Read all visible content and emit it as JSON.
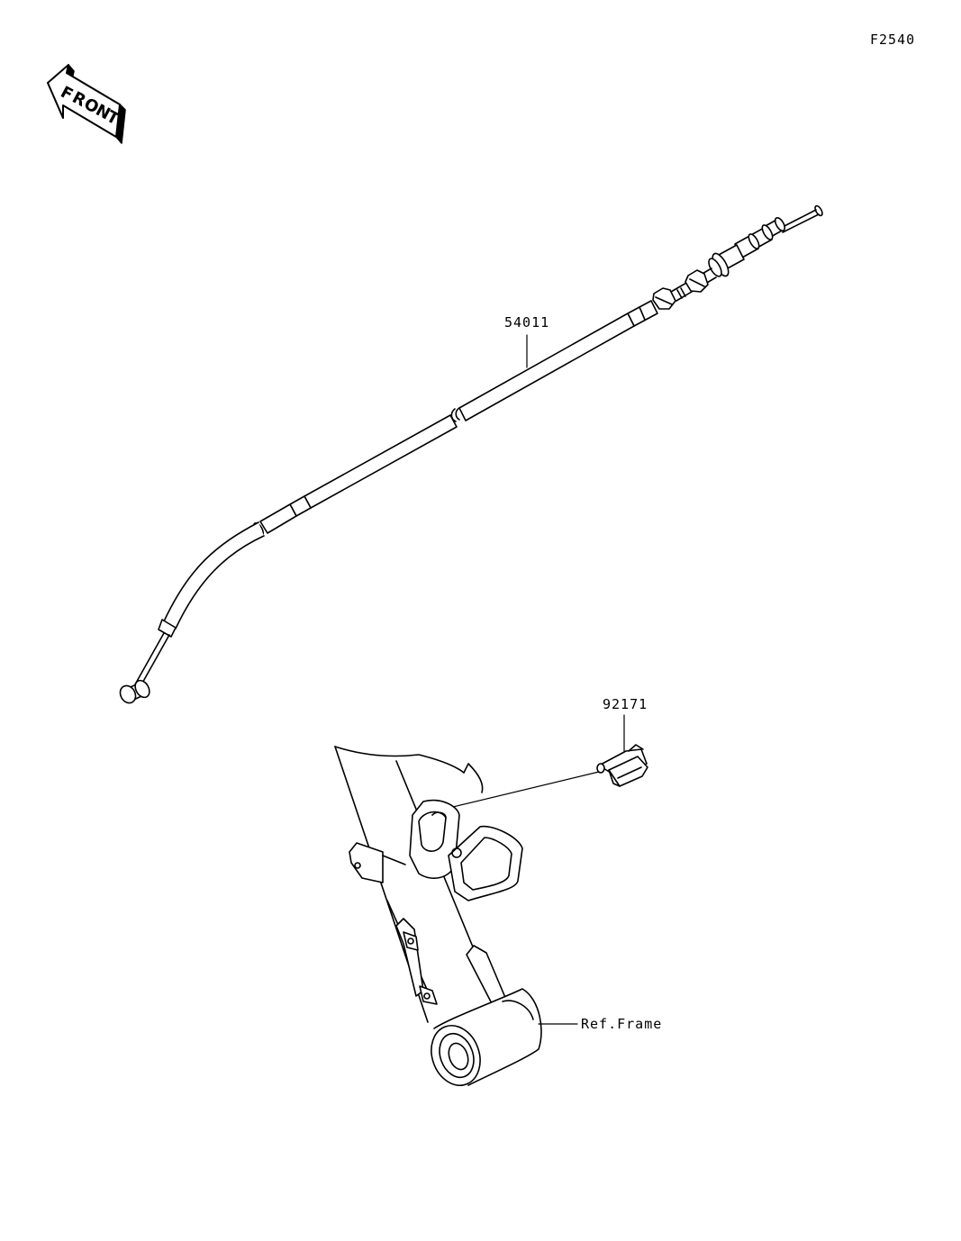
{
  "diagram_code": "F2540",
  "front_marker": {
    "letters": [
      "F",
      "R",
      "O",
      "N",
      "T"
    ],
    "icon": "front-direction-arrow-icon"
  },
  "parts": [
    {
      "number": "54011",
      "icon": "clutch-cable-icon"
    },
    {
      "number": "92171",
      "icon": "cable-clamp-icon"
    }
  ],
  "reference": {
    "label": "Ref.Frame",
    "icon": "frame-head-pipe-icon"
  },
  "colors": {
    "line": "#000000",
    "background": "#ffffff"
  }
}
